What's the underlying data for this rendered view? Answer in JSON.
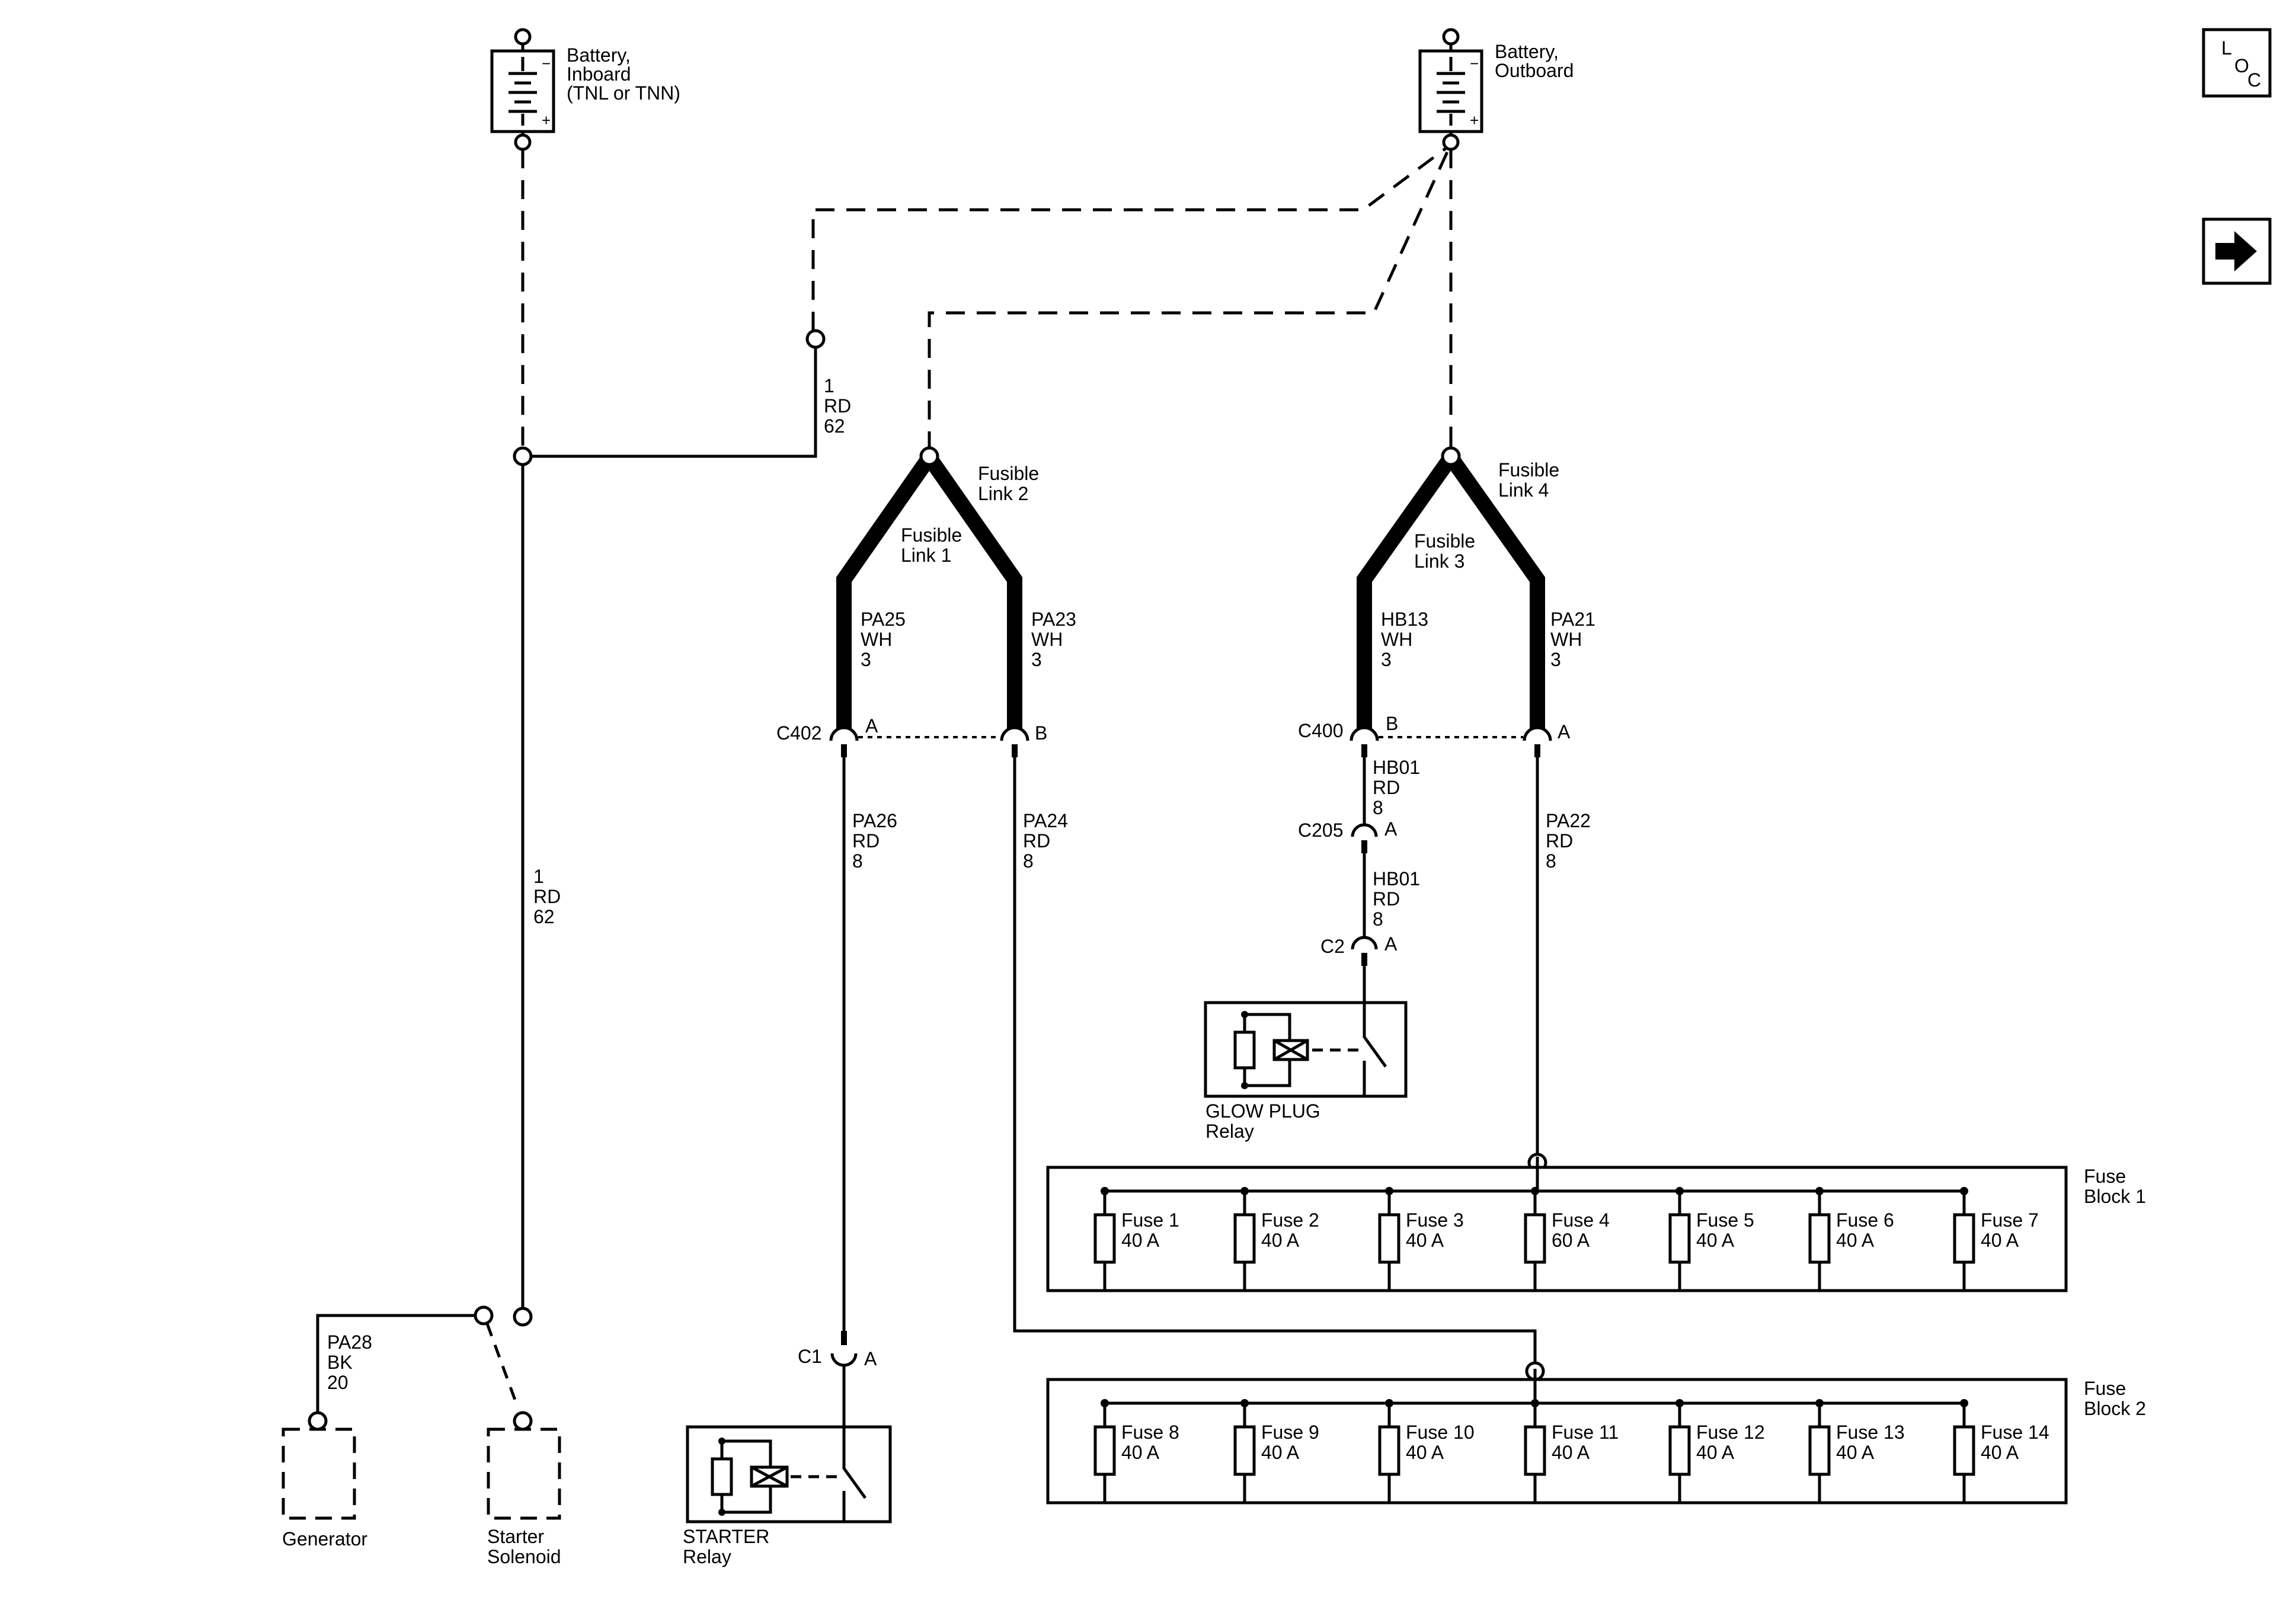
{
  "nav": {
    "loc_l": "L",
    "loc_o": "O",
    "loc_c": "C"
  },
  "batteries": {
    "inboard": [
      "Battery,",
      "Inboard",
      "(TNL or TNN)"
    ],
    "outboard": [
      "Battery,",
      "Outboard"
    ],
    "minus": "−",
    "plus": "+"
  },
  "wires": {
    "rd62_top": [
      "1",
      "RD",
      "62"
    ],
    "rd62_mid": [
      "1",
      "RD",
      "62"
    ],
    "pa25": [
      "PA25",
      "WH",
      "3"
    ],
    "pa23": [
      "PA23",
      "WH",
      "3"
    ],
    "hb13": [
      "HB13",
      "WH",
      "3"
    ],
    "pa21": [
      "PA21",
      "WH",
      "3"
    ],
    "pa26": [
      "PA26",
      "RD",
      "8"
    ],
    "pa24": [
      "PA24",
      "RD",
      "8"
    ],
    "hb01_a": [
      "HB01",
      "RD",
      "8"
    ],
    "hb01_b": [
      "HB01",
      "RD",
      "8"
    ],
    "pa22": [
      "PA22",
      "RD",
      "8"
    ],
    "pa28": [
      "PA28",
      "BK",
      "20"
    ]
  },
  "fusible_links": {
    "link1": [
      "Fusible",
      "Link 1"
    ],
    "link2": [
      "Fusible",
      "Link 2"
    ],
    "link3": [
      "Fusible",
      "Link 3"
    ],
    "link4": [
      "Fusible",
      "Link 4"
    ]
  },
  "connectors": {
    "c402": "C402",
    "c402_a": "A",
    "c402_b": "B",
    "c400": "C400",
    "c400_b": "B",
    "c400_a": "A",
    "c205": "C205",
    "c205_a": "A",
    "c2": "C2",
    "c2_a": "A",
    "c1": "C1",
    "c1_a": "A"
  },
  "components": {
    "glow_plug_relay": [
      "GLOW PLUG",
      "Relay"
    ],
    "starter_relay": [
      "STARTER",
      "Relay"
    ],
    "generator": "Generator",
    "starter_solenoid": [
      "Starter",
      "Solenoid"
    ]
  },
  "fuse_block_1": {
    "label": [
      "Fuse",
      "Block 1"
    ],
    "fuses": [
      {
        "name": "Fuse 1",
        "rating": "40 A"
      },
      {
        "name": "Fuse 2",
        "rating": "40 A"
      },
      {
        "name": "Fuse 3",
        "rating": "40 A"
      },
      {
        "name": "Fuse 4",
        "rating": "60 A"
      },
      {
        "name": "Fuse 5",
        "rating": "40 A"
      },
      {
        "name": "Fuse 6",
        "rating": "40 A"
      },
      {
        "name": "Fuse 7",
        "rating": "40 A"
      }
    ]
  },
  "fuse_block_2": {
    "label": [
      "Fuse",
      "Block 2"
    ],
    "fuses": [
      {
        "name": "Fuse 8",
        "rating": "40 A"
      },
      {
        "name": "Fuse 9",
        "rating": "40 A"
      },
      {
        "name": "Fuse 10",
        "rating": "40 A"
      },
      {
        "name": "Fuse 11",
        "rating": "40 A"
      },
      {
        "name": "Fuse 12",
        "rating": "40 A"
      },
      {
        "name": "Fuse 13",
        "rating": "40 A"
      },
      {
        "name": "Fuse 14",
        "rating": "40 A"
      }
    ]
  }
}
